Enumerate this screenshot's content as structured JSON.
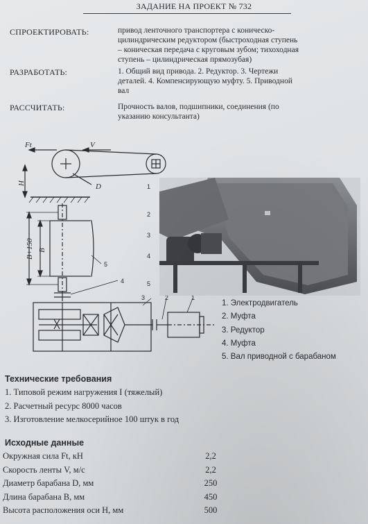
{
  "header": {
    "title": "ЗАДАНИЕ НА ПРОЕКТ № 732"
  },
  "task": [
    {
      "label": "СПРОЕКТИРОВАТЬ:",
      "lines": [
        "привод ленточного транспортера с коническо-",
        "цилиндрическим редуктором (быстроходная ступень",
        "– коническая передача с круговым зубом; тихоходная",
        "ступень – цилиндрическая прямозубая)"
      ]
    },
    {
      "label": "РАЗРАБОТАТЬ:",
      "lines": [
        "1. Общий вид привода. 2. Редуктор. 3. Чертежи",
        "деталей. 4. Компенсирующую муфту. 5. Приводной",
        "вал"
      ]
    },
    {
      "label": "РАССЧИТАТЬ:",
      "lines": [
        "Прочность валов, подшипники, соединения (по",
        "указанию консультанта)"
      ]
    }
  ],
  "drawing": {
    "ft_label": "Ft",
    "v_label": "V",
    "d_label": "D",
    "h_label": "H",
    "b_label": "B",
    "b150_label": "B+150",
    "callouts": [
      "1",
      "2",
      "3",
      "4",
      "5"
    ]
  },
  "legend": [
    "1. Электродвигатель",
    "2. Муфта",
    "3. Редуктор",
    "4. Муфта",
    "5. Вал приводной с барабаном"
  ],
  "tech": {
    "title": "Технические требования",
    "items": [
      "1. Типовой режим нагружения I (тяжелый)",
      "2. Расчетный ресурс 8000 часов",
      "3. Изготовление мелкосерийное 100 штук в год"
    ]
  },
  "input_data": {
    "title": "Исходные данные",
    "rows": [
      {
        "name": "Окружная сила Ft, кН",
        "value": "2,2"
      },
      {
        "name": "Скорость ленты V, м/с",
        "value": "2,2"
      },
      {
        "name": "Диаметр барабана D, мм",
        "value": "250"
      },
      {
        "name": "Длина барабана B, мм",
        "value": "450"
      },
      {
        "name": "Высота расположения оси H, мм",
        "value": "500"
      }
    ]
  },
  "colors": {
    "ink": "#2a2a2e",
    "paper": "#e2e5e7",
    "photo_dark": "#5a5c60"
  }
}
